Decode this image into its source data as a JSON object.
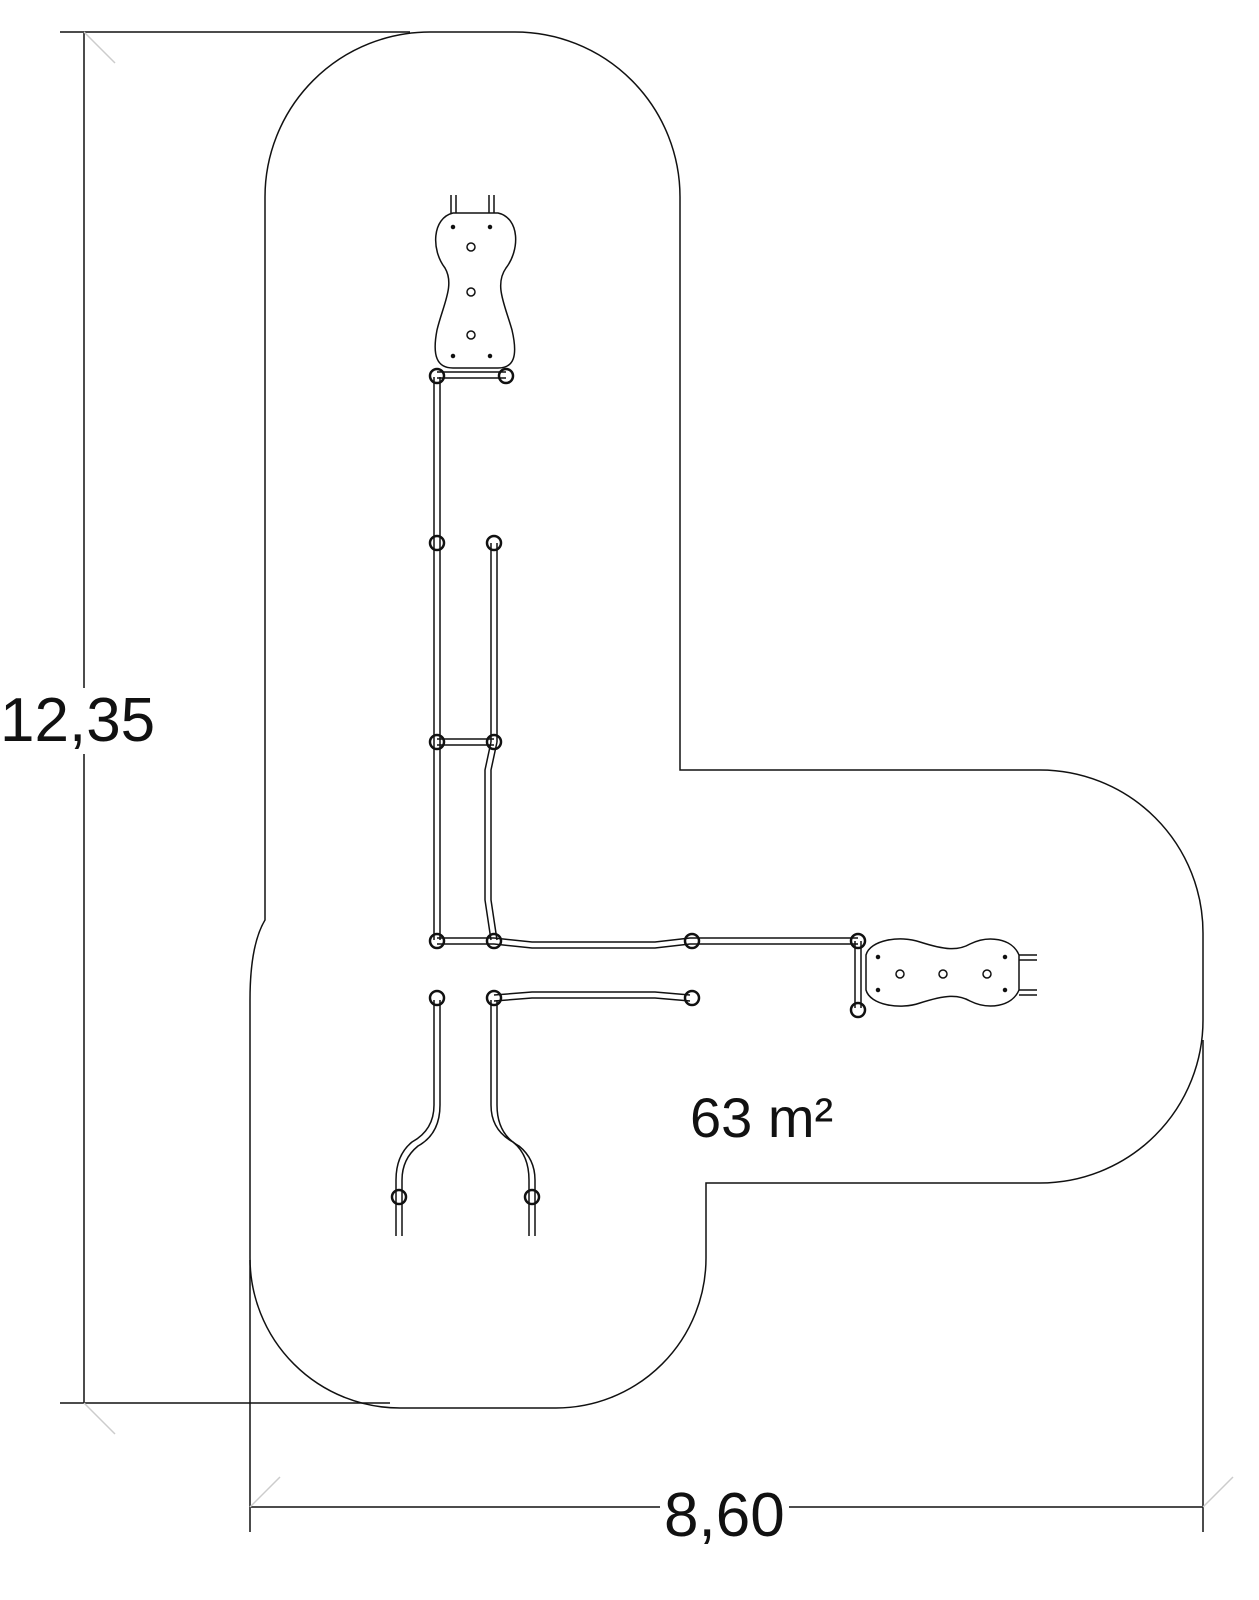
{
  "dimensions": {
    "height": "12,35",
    "width": "8,60"
  },
  "area": "63 m²",
  "colors": {
    "line": "#111111",
    "background": "#ffffff"
  }
}
